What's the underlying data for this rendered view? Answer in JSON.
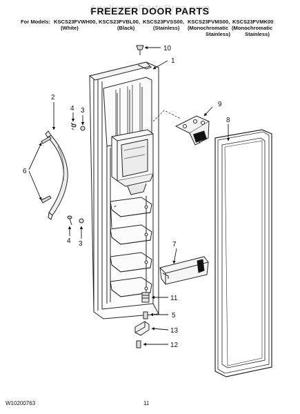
{
  "watermark": "AppliancePartsPros.com",
  "title": "FREEZER DOOR PARTS",
  "models": {
    "prefix": "For Models:",
    "entries": [
      {
        "model": "KSCS23FVWH00,",
        "color": "(White)"
      },
      {
        "model": "KSCS23FVBL00,",
        "color": "(Black)"
      },
      {
        "model": "KSCS23FVSS00,",
        "color": "(Stainless)"
      },
      {
        "model": "KSCS23FVMS00,",
        "color": "(Monochromatic",
        "color2": "Stainless)"
      },
      {
        "model": "KSCS23FVMK00",
        "color": "(Monochromatic",
        "color2": "Stainless)"
      }
    ]
  },
  "callouts": [
    "10",
    "1",
    "2",
    "4",
    "3",
    "9",
    "8",
    "6",
    "4",
    "3",
    "7",
    "11",
    "5",
    "13",
    "12"
  ],
  "footer": {
    "doc_number": "W10200763",
    "page_number": "11"
  }
}
